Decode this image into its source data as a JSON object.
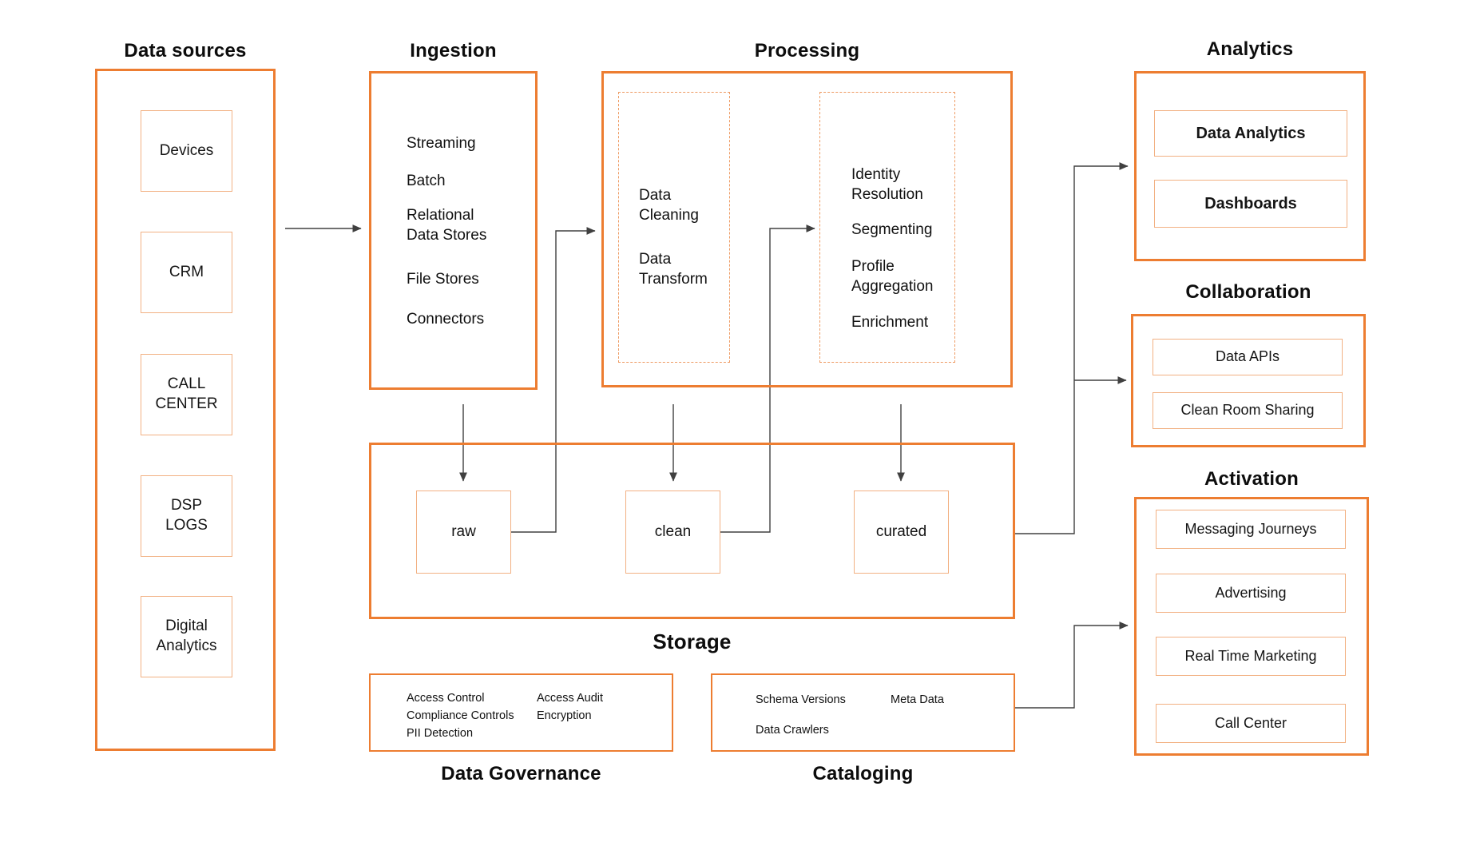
{
  "colors": {
    "accent": "#ED7D31",
    "accent_light": "#F2B183",
    "line": "#404040"
  },
  "data_sources": {
    "title": "Data sources",
    "items": [
      "Devices",
      "CRM",
      "CALL\nCENTER",
      "DSP\nLOGS",
      "Digital\nAnalytics"
    ]
  },
  "ingestion": {
    "title": "Ingestion",
    "items": [
      "Streaming",
      "Batch",
      "Relational\nData Stores",
      "File Stores",
      "Connectors"
    ]
  },
  "processing": {
    "title": "Processing",
    "cleaning_stage": [
      "Data\nCleaning",
      "Data\nTransform"
    ],
    "enrichment_stage": [
      "Identity\nResolution",
      "Segmenting",
      "Profile\nAggregation",
      "Enrichment"
    ]
  },
  "storage": {
    "title": "Storage",
    "zones": [
      "raw",
      "clean",
      "curated"
    ]
  },
  "governance": {
    "title": "Data Governance",
    "column1": [
      "Access Control",
      "Compliance Controls",
      "PII Detection"
    ],
    "column2": [
      "Access Audit",
      "Encryption"
    ]
  },
  "cataloging": {
    "title": "Cataloging",
    "items": [
      "Schema Versions",
      "Meta Data",
      "Data Crawlers"
    ]
  },
  "analytics": {
    "title": "Analytics",
    "items": [
      "Data Analytics",
      "Dashboards"
    ]
  },
  "collaboration": {
    "title": "Collaboration",
    "items": [
      "Data APIs",
      "Clean Room Sharing"
    ]
  },
  "activation": {
    "title": "Activation",
    "items": [
      "Messaging Journeys",
      "Advertising",
      "Real Time Marketing",
      "Call Center"
    ]
  }
}
